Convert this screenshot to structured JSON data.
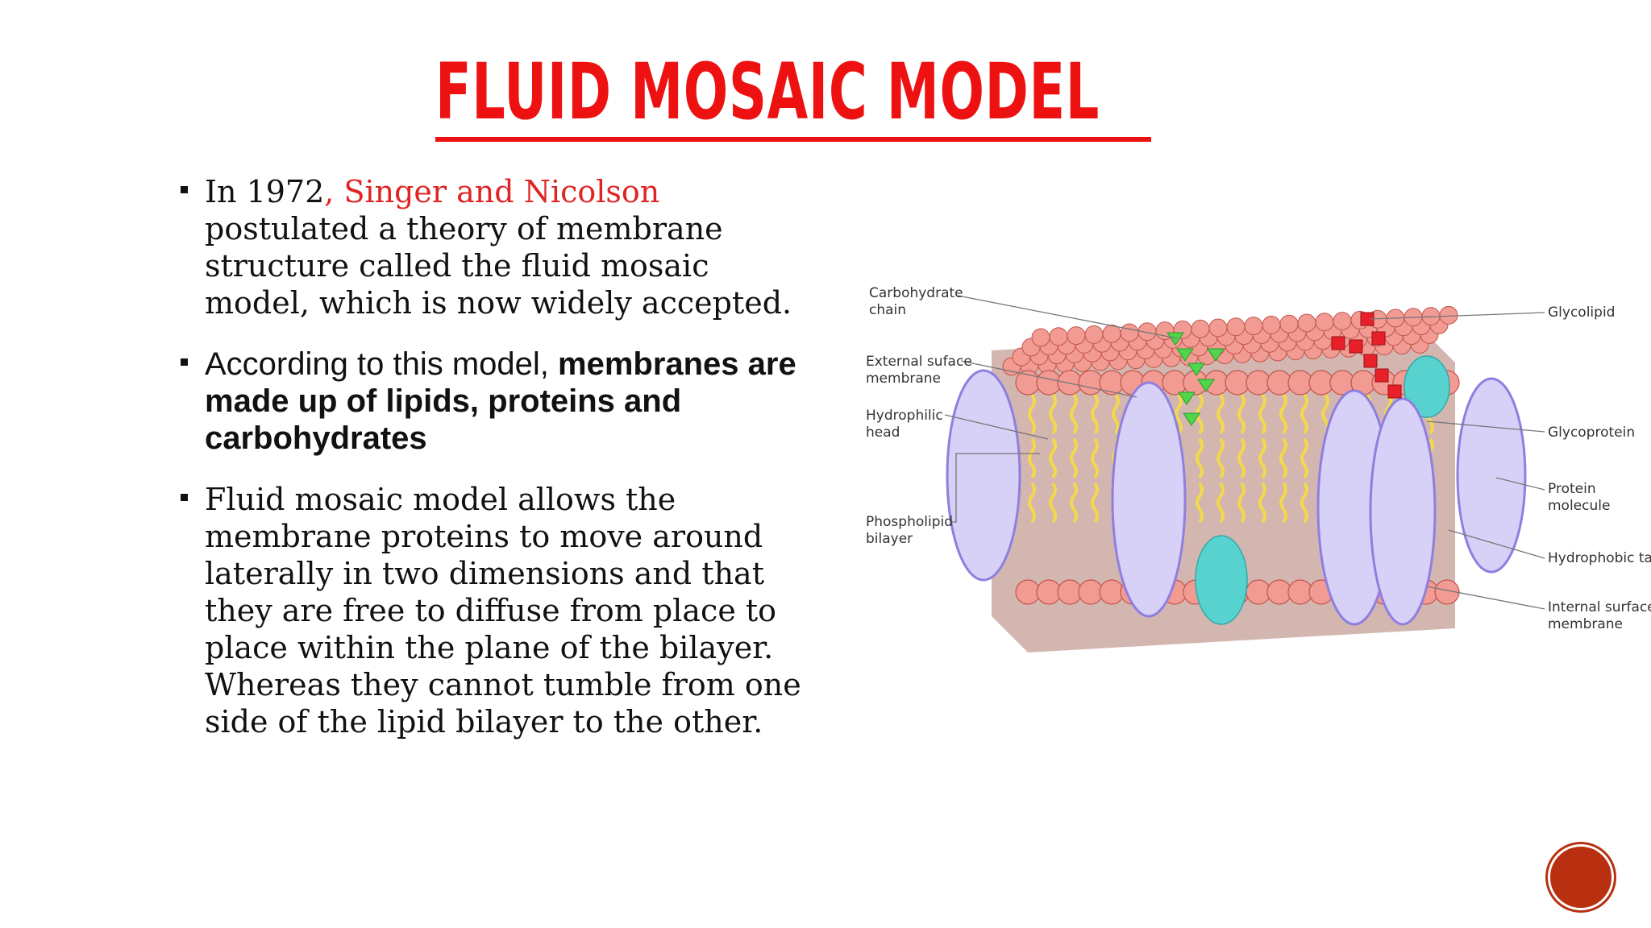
{
  "slide": {
    "title": "FLUID MOSAIC MODEL",
    "title_color": "#ee1111",
    "accent_color": "#e02424",
    "nav_color": "#b8300f"
  },
  "bullets": [
    {
      "parts": [
        {
          "text": "In 1972",
          "style": "normal"
        },
        {
          "text": ", Singer and Nicolson",
          "style": "red"
        },
        {
          "text": " postulated a theory of membrane structure called the fluid mosaic model, which is now widely accepted.",
          "style": "normal"
        }
      ]
    },
    {
      "parts": [
        {
          "text": "According to this model, ",
          "style": "normal"
        },
        {
          "text": "membranes are made up of lipids, proteins and carbohydrates",
          "style": "bold"
        }
      ]
    },
    {
      "parts": [
        {
          "text": "Fluid mosaic model allows the membrane proteins to move around laterally in two dimensions and that they are free to diffuse from place to place within the plane of the bilayer. Whereas they cannot tumble from one side of the lipid bilayer to the other.",
          "style": "normal"
        }
      ]
    }
  ],
  "figure": {
    "labels": {
      "carbohydrate_1": "Carbohydrate",
      "carbohydrate_2": "chain",
      "external_1": "External suface",
      "external_2": "membrane",
      "hydrophilic_1": "Hydrophilic",
      "hydrophilic_2": "head",
      "phospholipid_1": "Phospholipid",
      "phospholipid_2": "bilayer",
      "glycolipid": "Glycolipid",
      "glycoprotein": "Glycoprotein",
      "protein_1": "Protein",
      "protein_2": "molecule",
      "hydrophobic": "Hydrophobic tail",
      "internal_1": "Internal surface",
      "internal_2": "membrane"
    },
    "colors": {
      "head": "#f19b93",
      "head_stroke": "#c0554c",
      "tail": "#f2d94b",
      "protein": "#d7d0f7",
      "protein_stroke": "#8e7fe0",
      "glycoprotein": "#58d2cf",
      "carbohydrate": "#4fd64a",
      "glycolipid": "#e8202a",
      "interior": "#b07a70"
    }
  }
}
